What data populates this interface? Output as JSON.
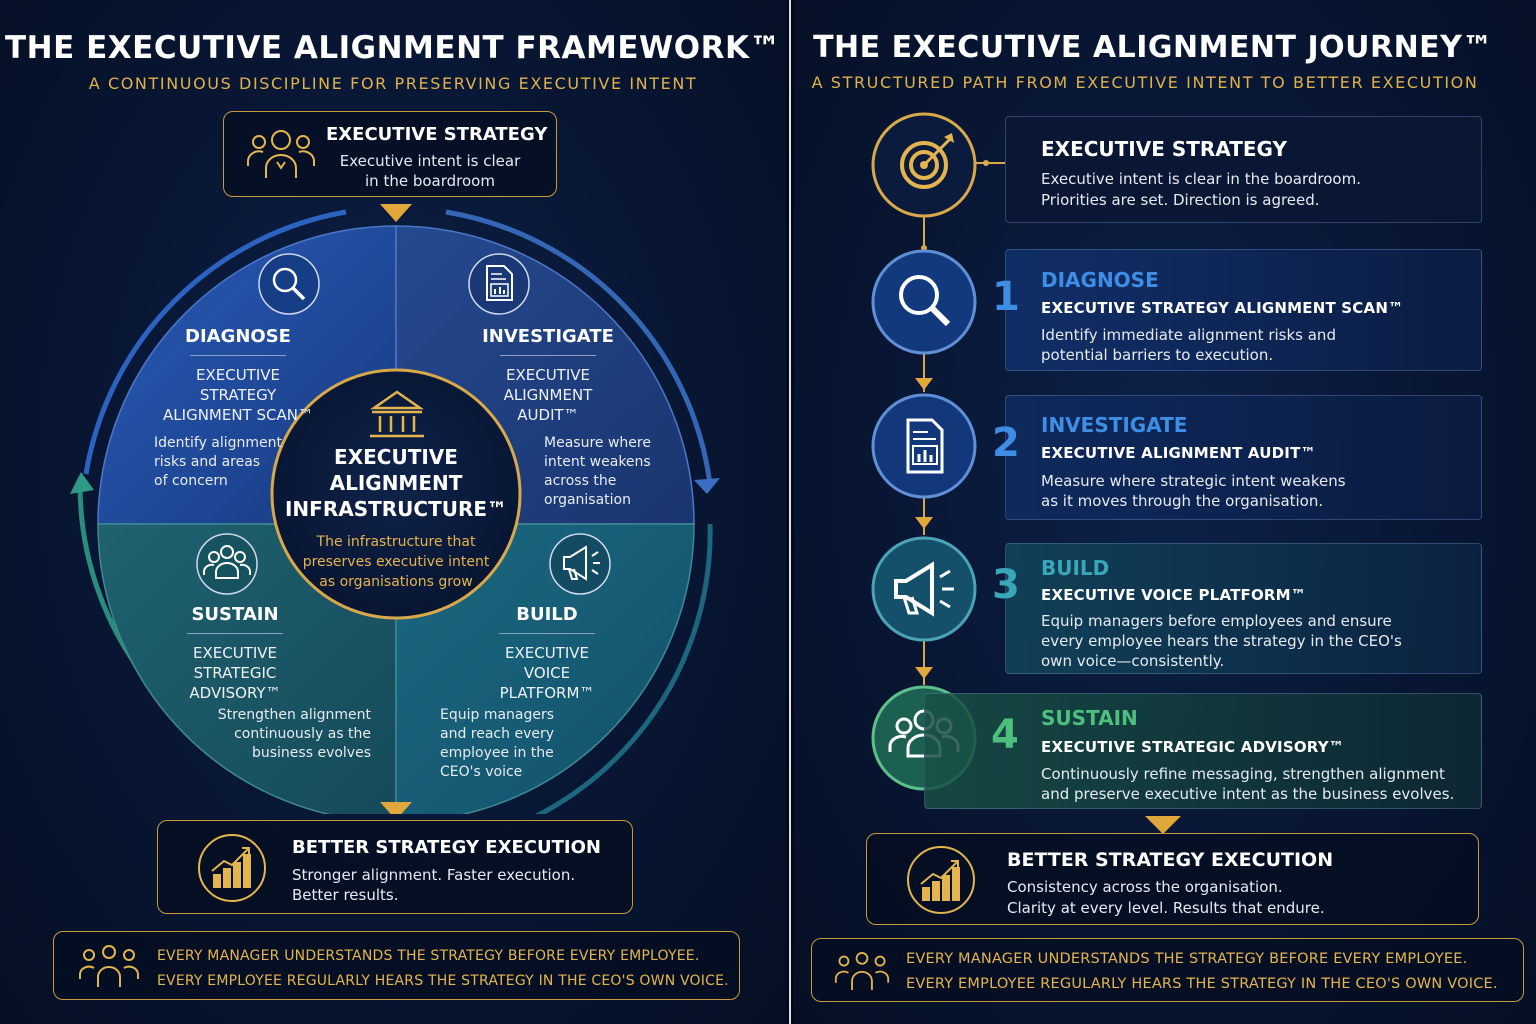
{
  "left": {
    "title": "THE EXECUTIVE ALIGNMENT FRAMEWORK™",
    "subtitle": "A CONTINUOUS DISCIPLINE FOR PRESERVING EXECUTIVE INTENT",
    "top_box": {
      "heading": "EXECUTIVE STRATEGY",
      "line1": "Executive intent is clear",
      "line2": "in the boardroom",
      "icon": "leadership-group-icon"
    },
    "center": {
      "line1": "EXECUTIVE",
      "line2": "ALIGNMENT",
      "line3": "INFRASTRUCTURE™",
      "desc1": "The infrastructure that",
      "desc2": "preserves executive intent",
      "desc3": "as organisations grow",
      "icon": "institution-icon"
    },
    "quadrants": {
      "diagnose": {
        "heading": "DIAGNOSE",
        "sub1": "EXECUTIVE",
        "sub2": "STRATEGY",
        "sub3": "ALIGNMENT SCAN™",
        "desc1": "Identify alignment",
        "desc2": "risks and areas",
        "desc3": "of concern",
        "icon": "magnifier-icon",
        "color": "#1f4a9a"
      },
      "investigate": {
        "heading": "INVESTIGATE",
        "sub1": "EXECUTIVE",
        "sub2": "ALIGNMENT",
        "sub3": "AUDIT™",
        "desc1": "Measure where",
        "desc2": "intent weakens",
        "desc3": "across the",
        "desc4": "organisation",
        "icon": "report-icon",
        "color": "#203f7e"
      },
      "sustain": {
        "heading": "SUSTAIN",
        "sub1": "EXECUTIVE",
        "sub2": "STRATEGIC",
        "sub3": "ADVISORY™",
        "desc1": "Strengthen alignment",
        "desc2": "continuously as the",
        "desc3": "business evolves",
        "icon": "people-icon",
        "color": "#1b5867"
      },
      "build": {
        "heading": "BUILD",
        "sub1": "EXECUTIVE",
        "sub2": "VOICE",
        "sub3": "PLATFORM™",
        "desc1": "Equip managers",
        "desc2": "and reach every",
        "desc3": "employee in the",
        "desc4": "CEO's voice",
        "icon": "megaphone-icon",
        "color": "#165b72"
      }
    },
    "bottom_box": {
      "heading": "BETTER STRATEGY EXECUTION",
      "line1": "Stronger alignment. Faster execution.",
      "line2": "Better results.",
      "icon": "growth-chart-icon"
    },
    "banner": {
      "line1": "EVERY MANAGER UNDERSTANDS THE STRATEGY BEFORE EVERY EMPLOYEE.",
      "line2": "EVERY EMPLOYEE REGULARLY HEARS THE STRATEGY IN THE CEO'S OWN VOICE.",
      "icon": "team-icon"
    }
  },
  "right": {
    "title": "THE EXECUTIVE ALIGNMENT JOURNEY™",
    "subtitle": "A STRUCTURED PATH FROM EXECUTIVE INTENT TO BETTER EXECUTION",
    "top_card": {
      "heading": "EXECUTIVE STRATEGY",
      "line1": "Executive intent is clear in the boardroom.",
      "line2": "Priorities are set. Direction is agreed.",
      "icon": "target-icon"
    },
    "steps": [
      {
        "number": "1",
        "heading": "DIAGNOSE",
        "sub": "EXECUTIVE STRATEGY ALIGNMENT SCAN™",
        "line1": "Identify immediate alignment risks and",
        "line2": "potential barriers to execution.",
        "icon": "magnifier-icon",
        "color": "#3f8ee6"
      },
      {
        "number": "2",
        "heading": "INVESTIGATE",
        "sub": "EXECUTIVE ALIGNMENT AUDIT™",
        "line1": "Measure where strategic intent weakens",
        "line2": "as it moves through the organisation.",
        "icon": "report-icon",
        "color": "#3f8ee6"
      },
      {
        "number": "3",
        "heading": "BUILD",
        "sub": "EXECUTIVE VOICE PLATFORM™",
        "line1": "Equip managers before employees and ensure",
        "line2": "every employee hears the strategy in the CEO's",
        "line3": "own voice—consistently.",
        "icon": "megaphone-icon",
        "color": "#3aa7b8"
      },
      {
        "number": "4",
        "heading": "SUSTAIN",
        "sub": "EXECUTIVE STRATEGIC ADVISORY™",
        "line1": "Continuously refine messaging, strengthen alignment",
        "line2": "and preserve executive intent as the business evolves.",
        "icon": "people-icon",
        "color": "#4fbf7e"
      }
    ],
    "bottom_box": {
      "heading": "BETTER STRATEGY EXECUTION",
      "line1": "Consistency across the organisation.",
      "line2": "Clarity at every level. Results that endure.",
      "icon": "growth-chart-icon"
    },
    "banner": {
      "line1": "EVERY MANAGER UNDERSTANDS THE STRATEGY BEFORE EVERY EMPLOYEE.",
      "line2": "EVERY EMPLOYEE REGULARLY HEARS THE STRATEGY IN THE CEO'S OWN VOICE.",
      "icon": "team-icon"
    }
  },
  "colors": {
    "gold": "#e4b54e",
    "background": "#06122a"
  }
}
